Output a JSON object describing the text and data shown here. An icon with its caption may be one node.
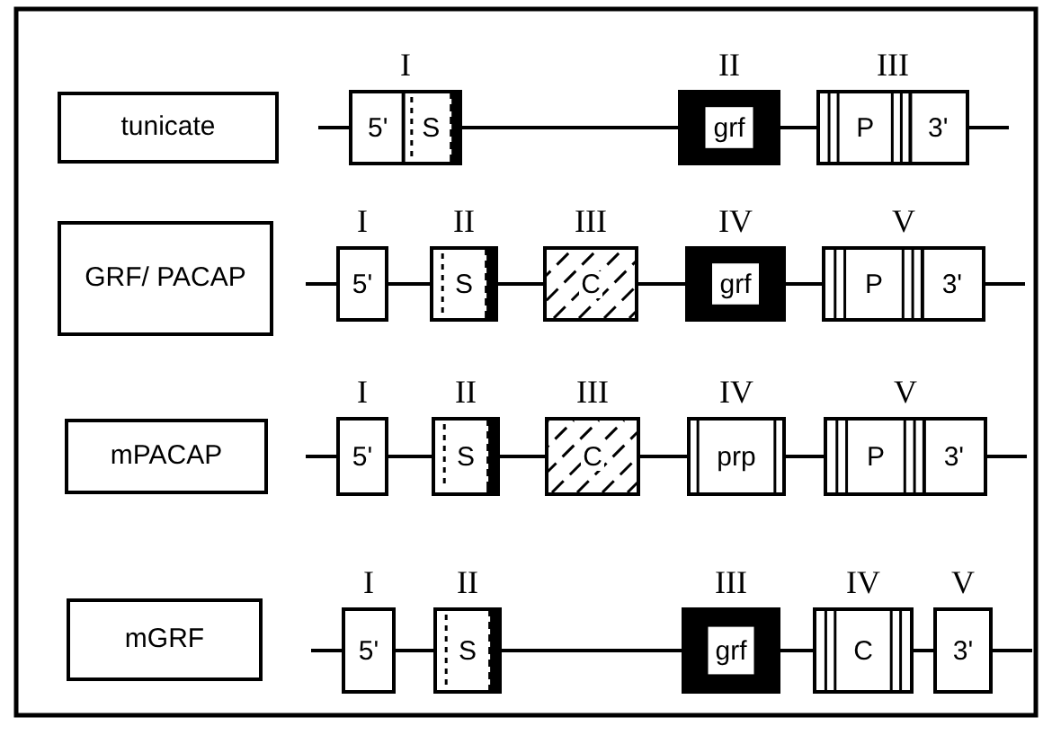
{
  "diagram": {
    "nodes": [
      {
        "text": [
          "tunicate"
        ]
      },
      {
        "text": [
          "5'",
          "S"
        ],
        "beside": [
          "I"
        ]
      },
      {
        "text": [
          "grf"
        ],
        "beside": [
          "II"
        ]
      },
      {
        "text": [
          "P",
          "3'"
        ],
        "beside": [
          "III"
        ]
      },
      {
        "text": [
          "GRF/ PACAP"
        ]
      },
      {
        "text": [
          "5'"
        ],
        "beside": [
          "I"
        ]
      },
      {
        "text": [
          "S"
        ],
        "beside": [
          "II"
        ]
      },
      {
        "text": [
          "C"
        ],
        "beside": [
          "III"
        ]
      },
      {
        "text": [
          "grf"
        ],
        "beside": [
          "IV"
        ]
      },
      {
        "text": [
          "P",
          "3'"
        ],
        "beside": [
          "V"
        ]
      },
      {
        "text": [
          "mPACAP"
        ]
      },
      {
        "text": [
          "5'"
        ],
        "beside": [
          "I"
        ]
      },
      {
        "text": [
          "S"
        ],
        "beside": [
          "II"
        ]
      },
      {
        "text": [
          "C"
        ],
        "beside": [
          "III"
        ]
      },
      {
        "text": [
          "prp"
        ],
        "beside": [
          "IV"
        ]
      },
      {
        "text": [
          "P",
          "3'"
        ],
        "beside": [
          "V"
        ]
      },
      {
        "text": [
          "mGRF"
        ]
      },
      {
        "text": [
          "5'"
        ],
        "beside": [
          "I"
        ]
      },
      {
        "text": [
          "S"
        ],
        "beside": [
          "II"
        ]
      },
      {
        "text": [
          "grf"
        ],
        "beside": [
          "III"
        ]
      },
      {
        "text": [
          "C"
        ],
        "beside": [
          "IV"
        ]
      },
      {
        "text": [
          "3'"
        ],
        "beside": [
          "V"
        ]
      }
    ],
    "edges": [
      {
        "from": null,
        "to": 1,
        "arrow": "none"
      },
      {
        "from": 1,
        "to": 2,
        "arrow": "none"
      },
      {
        "from": 2,
        "to": 3,
        "arrow": "none"
      },
      {
        "from": 3,
        "to": null,
        "arrow": "none"
      },
      {
        "from": null,
        "to": 5,
        "arrow": "none"
      },
      {
        "from": 5,
        "to": 6,
        "arrow": "none"
      },
      {
        "from": 6,
        "to": 7,
        "arrow": "none"
      },
      {
        "from": 7,
        "to": 8,
        "arrow": "none"
      },
      {
        "from": 8,
        "to": 9,
        "arrow": "none"
      },
      {
        "from": 9,
        "to": null,
        "arrow": "none"
      },
      {
        "from": null,
        "to": 11,
        "arrow": "none"
      },
      {
        "from": 11,
        "to": 12,
        "arrow": "none"
      },
      {
        "from": 12,
        "to": 13,
        "arrow": "none"
      },
      {
        "from": 13,
        "to": 14,
        "arrow": "none"
      },
      {
        "from": 14,
        "to": 15,
        "arrow": "none"
      },
      {
        "from": 15,
        "to": null,
        "arrow": "none"
      },
      {
        "from": null,
        "to": 17,
        "arrow": "none"
      },
      {
        "from": 17,
        "to": 18,
        "arrow": "none"
      },
      {
        "from": 18,
        "to": 19,
        "arrow": "none"
      },
      {
        "from": 19,
        "to": 20,
        "arrow": "none"
      },
      {
        "from": 20,
        "to": 21,
        "arrow": "none"
      },
      {
        "from": 21,
        "to": null,
        "arrow": "none"
      }
    ]
  }
}
